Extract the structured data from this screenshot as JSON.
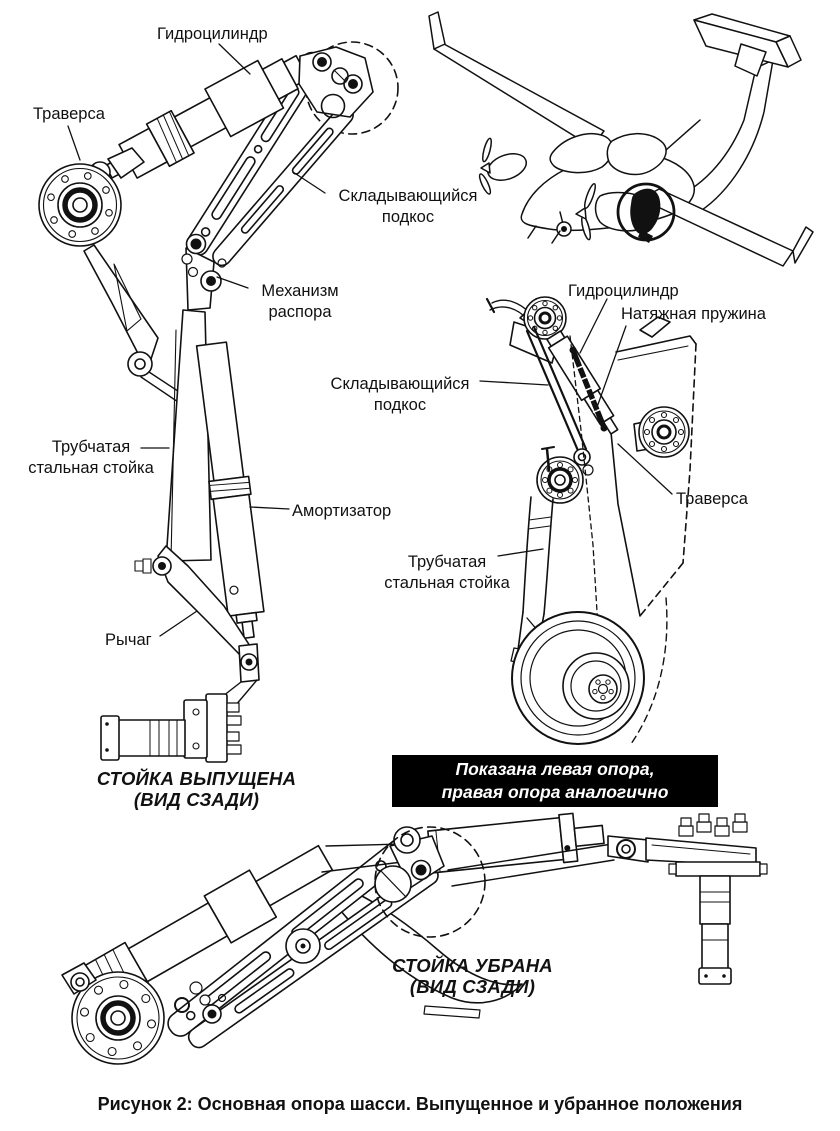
{
  "page": {
    "background_color": "#ffffff",
    "ink_color": "#111111"
  },
  "views": {
    "gear_extended": {
      "labels": {
        "hydraulic_cylinder": "Гидроцилиндр",
        "traverse": "Траверса",
        "folding_strut": "Складывающийся\nподкос",
        "spreader_mechanism": "Механизм\nраспора",
        "tubular_steel_strut": "Трубчатая\nстальная стойка",
        "shock_absorber": "Амортизатор",
        "lever": "Рычаг"
      },
      "title": "СТОЙКА ВЫПУЩЕНА\n(ВИД СЗАДИ)"
    },
    "gear_side": {
      "labels": {
        "hydraulic_cylinder": "Гидроцилиндр",
        "tension_spring": "Натяжная пружина",
        "folding_strut": "Складывающийся\nподкос",
        "traverse": "Траверса",
        "tubular_steel_strut": "Трубчатая\nстальная стойка"
      }
    },
    "gear_retracted": {
      "title": "СТОЙКА УБРАНА\n(ВИД СЗАДИ)"
    }
  },
  "note_box": {
    "text": "Показана левая опора,\nправая опора аналогично",
    "background_color": "#000000",
    "text_color": "#ffffff"
  },
  "caption": "Рисунок 2: Основная опора шасси. Выпущенное и убранное положения"
}
